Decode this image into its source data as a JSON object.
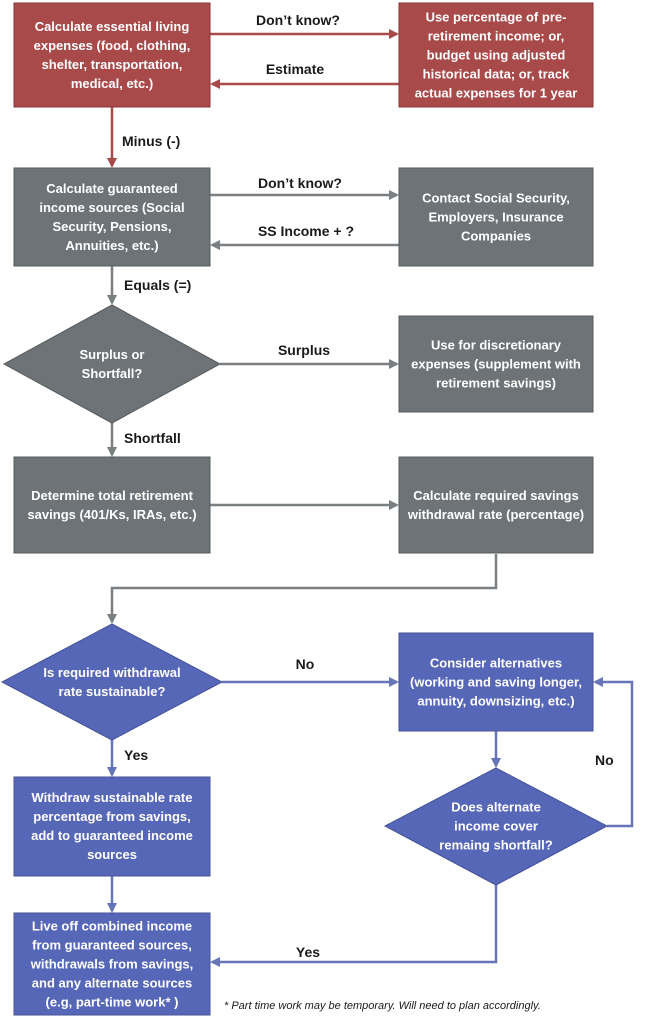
{
  "colors": {
    "red_fill": "#a84a4a",
    "red_stroke": "#8a3535",
    "gray_fill": "#6d7376",
    "gray_stroke": "#575c5f",
    "blue_fill": "#5767b8",
    "blue_stroke": "#45529a",
    "red_arrow": "#a84a4a",
    "gray_arrow": "#7a7f82",
    "blue_arrow": "#6675b8",
    "node_text": "#ffffff"
  },
  "nodes": {
    "essential_expenses": [
      "Calculate essential living",
      "expenses (food, clothing,",
      "shelter, transportation,",
      "medical, etc.)"
    ],
    "estimate_methods": [
      "Use percentage of pre-",
      "retirement income; or,",
      "budget using adjusted",
      "historical data; or, track",
      "actual expenses for 1 year"
    ],
    "guaranteed_income": [
      "Calculate guaranteed",
      "income sources (Social",
      "Security, Pensions,",
      "Annuities, etc.)"
    ],
    "contact_sources": [
      "Contact Social Security,",
      "Employers, Insurance",
      "Companies"
    ],
    "surplus_shortfall": [
      "Surplus or",
      "Shortfall?"
    ],
    "discretionary": [
      "Use for discretionary",
      "expenses (supplement with",
      "retirement savings)"
    ],
    "total_savings": [
      "Determine total retirement",
      "savings (401/Ks, IRAs, etc.)"
    ],
    "withdrawal_rate": [
      "Calculate required savings",
      "withdrawal rate (percentage)"
    ],
    "sustainable_question": [
      "Is required withdrawal",
      "rate sustainable?"
    ],
    "alternatives": [
      "Consider  alternatives",
      "(working and saving longer,",
      "annuity, downsizing, etc.)"
    ],
    "withdraw_sustainable": [
      "Withdraw sustainable rate",
      "percentage from savings,",
      "add to guaranteed income",
      "sources"
    ],
    "alternate_covers": [
      "Does alternate",
      "income cover",
      "remaing shortfall?"
    ],
    "live_off": [
      "Live off combined income",
      "from  guaranteed sources,",
      "withdrawals from savings,",
      "and any alternate sources",
      "(e.g, part-time work* )"
    ]
  },
  "edge_labels": {
    "dont_know_1": "Don’t know?",
    "estimate": "Estimate",
    "minus": "Minus (-)",
    "dont_know_2": "Don’t know?",
    "ss_income": "SS Income + ?",
    "equals": "Equals (=)",
    "surplus": "Surplus",
    "shortfall": "Shortfall",
    "no_1": "No",
    "yes_1": "Yes",
    "no_2": "No",
    "yes_2": "Yes"
  },
  "footnote": "*  Part time work may be temporary. Will need to plan accordingly."
}
